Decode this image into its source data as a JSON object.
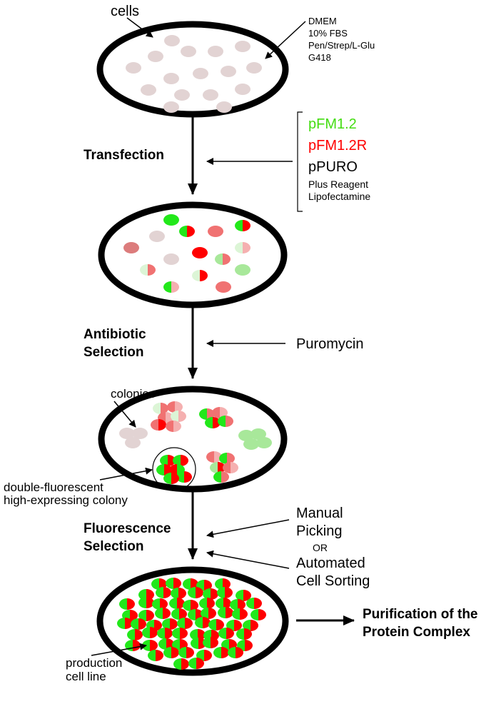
{
  "labels": {
    "cells": "cells",
    "medium": [
      "DMEM",
      "10% FBS",
      "Pen/Strep/L-Glu",
      "G418"
    ],
    "transfection": "Transfection",
    "plasmids": {
      "green": "pFM1.2",
      "red": "pFM1.2R",
      "black": "pPURO"
    },
    "reagents": [
      "Plus Reagent",
      "Lipofectamine"
    ],
    "antibiotic_selection": [
      "Antibiotic",
      "Selection"
    ],
    "puromycin": "Puromycin",
    "colonies": "colonies",
    "double_fluorescent": [
      "double-fluorescent",
      "high-expressing colony"
    ],
    "manual_picking": [
      "Manual",
      "Picking"
    ],
    "or": "OR",
    "automated": [
      "Automated",
      "Cell Sorting"
    ],
    "fluorescence_selection": [
      "Fluorescence",
      "Selection"
    ],
    "purification": [
      "Purification of the",
      "Protein Complex"
    ],
    "production": [
      "production",
      "cell line"
    ]
  },
  "colors": {
    "green": "#22e81a",
    "red": "#ff0000",
    "pale": "#e2d3d3",
    "salmon": "#f07272",
    "dark_salmon": "#dc7c7c",
    "light_green": "#a8e89a",
    "very_light_green": "#dcf5d6",
    "pink": "#f5b0b0",
    "plasmid_green": "#44dd11"
  }
}
